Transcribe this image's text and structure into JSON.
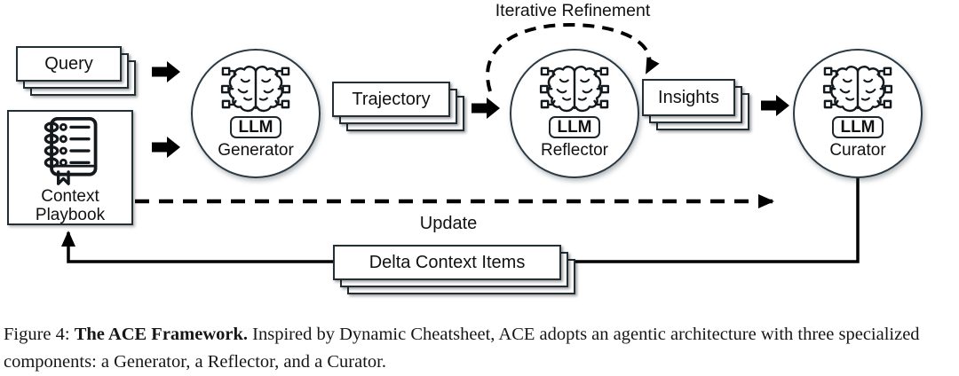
{
  "figure": {
    "annotations": {
      "iterative_refinement": "Iterative Refinement",
      "update": "Update"
    },
    "stacks": {
      "query": "Query",
      "trajectory": "Trajectory",
      "insights": "Insights",
      "delta": "Delta Context Items"
    },
    "playbook": {
      "line1": "Context",
      "line2": "Playbook"
    },
    "nodes": {
      "generator": {
        "badge": "LLM",
        "label": "Generator"
      },
      "reflector": {
        "badge": "LLM",
        "label": "Reflector"
      },
      "curator": {
        "badge": "LLM",
        "label": "Curator"
      }
    },
    "icons": {
      "agent_icon": "brain-circuit-icon",
      "playbook_icon": "notebook-list-icon"
    },
    "colors": {
      "ink": "#1e282e",
      "arrow": "#000000",
      "background": "#ffffff"
    }
  },
  "caption": {
    "prefix": "Figure 4: ",
    "bold": "The ACE Framework.",
    "rest": " Inspired by Dynamic Cheatsheet, ACE adopts an agentic architecture with three specialized components: a Generator, a Reflector, and a Curator."
  }
}
